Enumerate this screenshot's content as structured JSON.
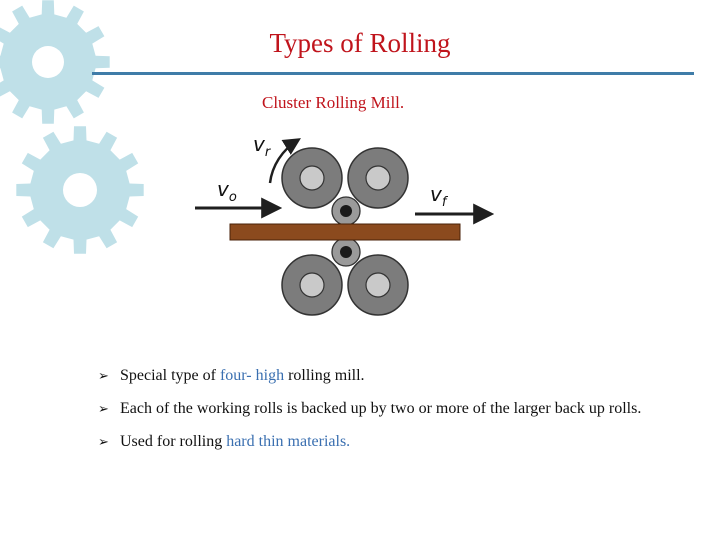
{
  "slide": {
    "title": "Types of Rolling",
    "subtitle": "Cluster Rolling Mill."
  },
  "diagram": {
    "labels": {
      "vr": "vr",
      "vo": "vo",
      "vf": "vf"
    },
    "colors": {
      "rolls": "#7c7c7c",
      "strip": "#8b4a1e",
      "arrow": "#1f1f1f"
    }
  },
  "bullets": [
    {
      "parts": [
        "Special type of ",
        "four- high",
        " rolling mill."
      ]
    },
    {
      "parts": [
        "Each of the working rolls is backed up by two or more of the larger back up rolls.",
        "",
        ""
      ]
    },
    {
      "parts": [
        "Used for rolling ",
        "hard thin materials.",
        ""
      ]
    }
  ],
  "decor": {
    "gear_color": "#bfe0e8",
    "rule_color": "#3f7ca8",
    "title_color": "#c0141c"
  }
}
